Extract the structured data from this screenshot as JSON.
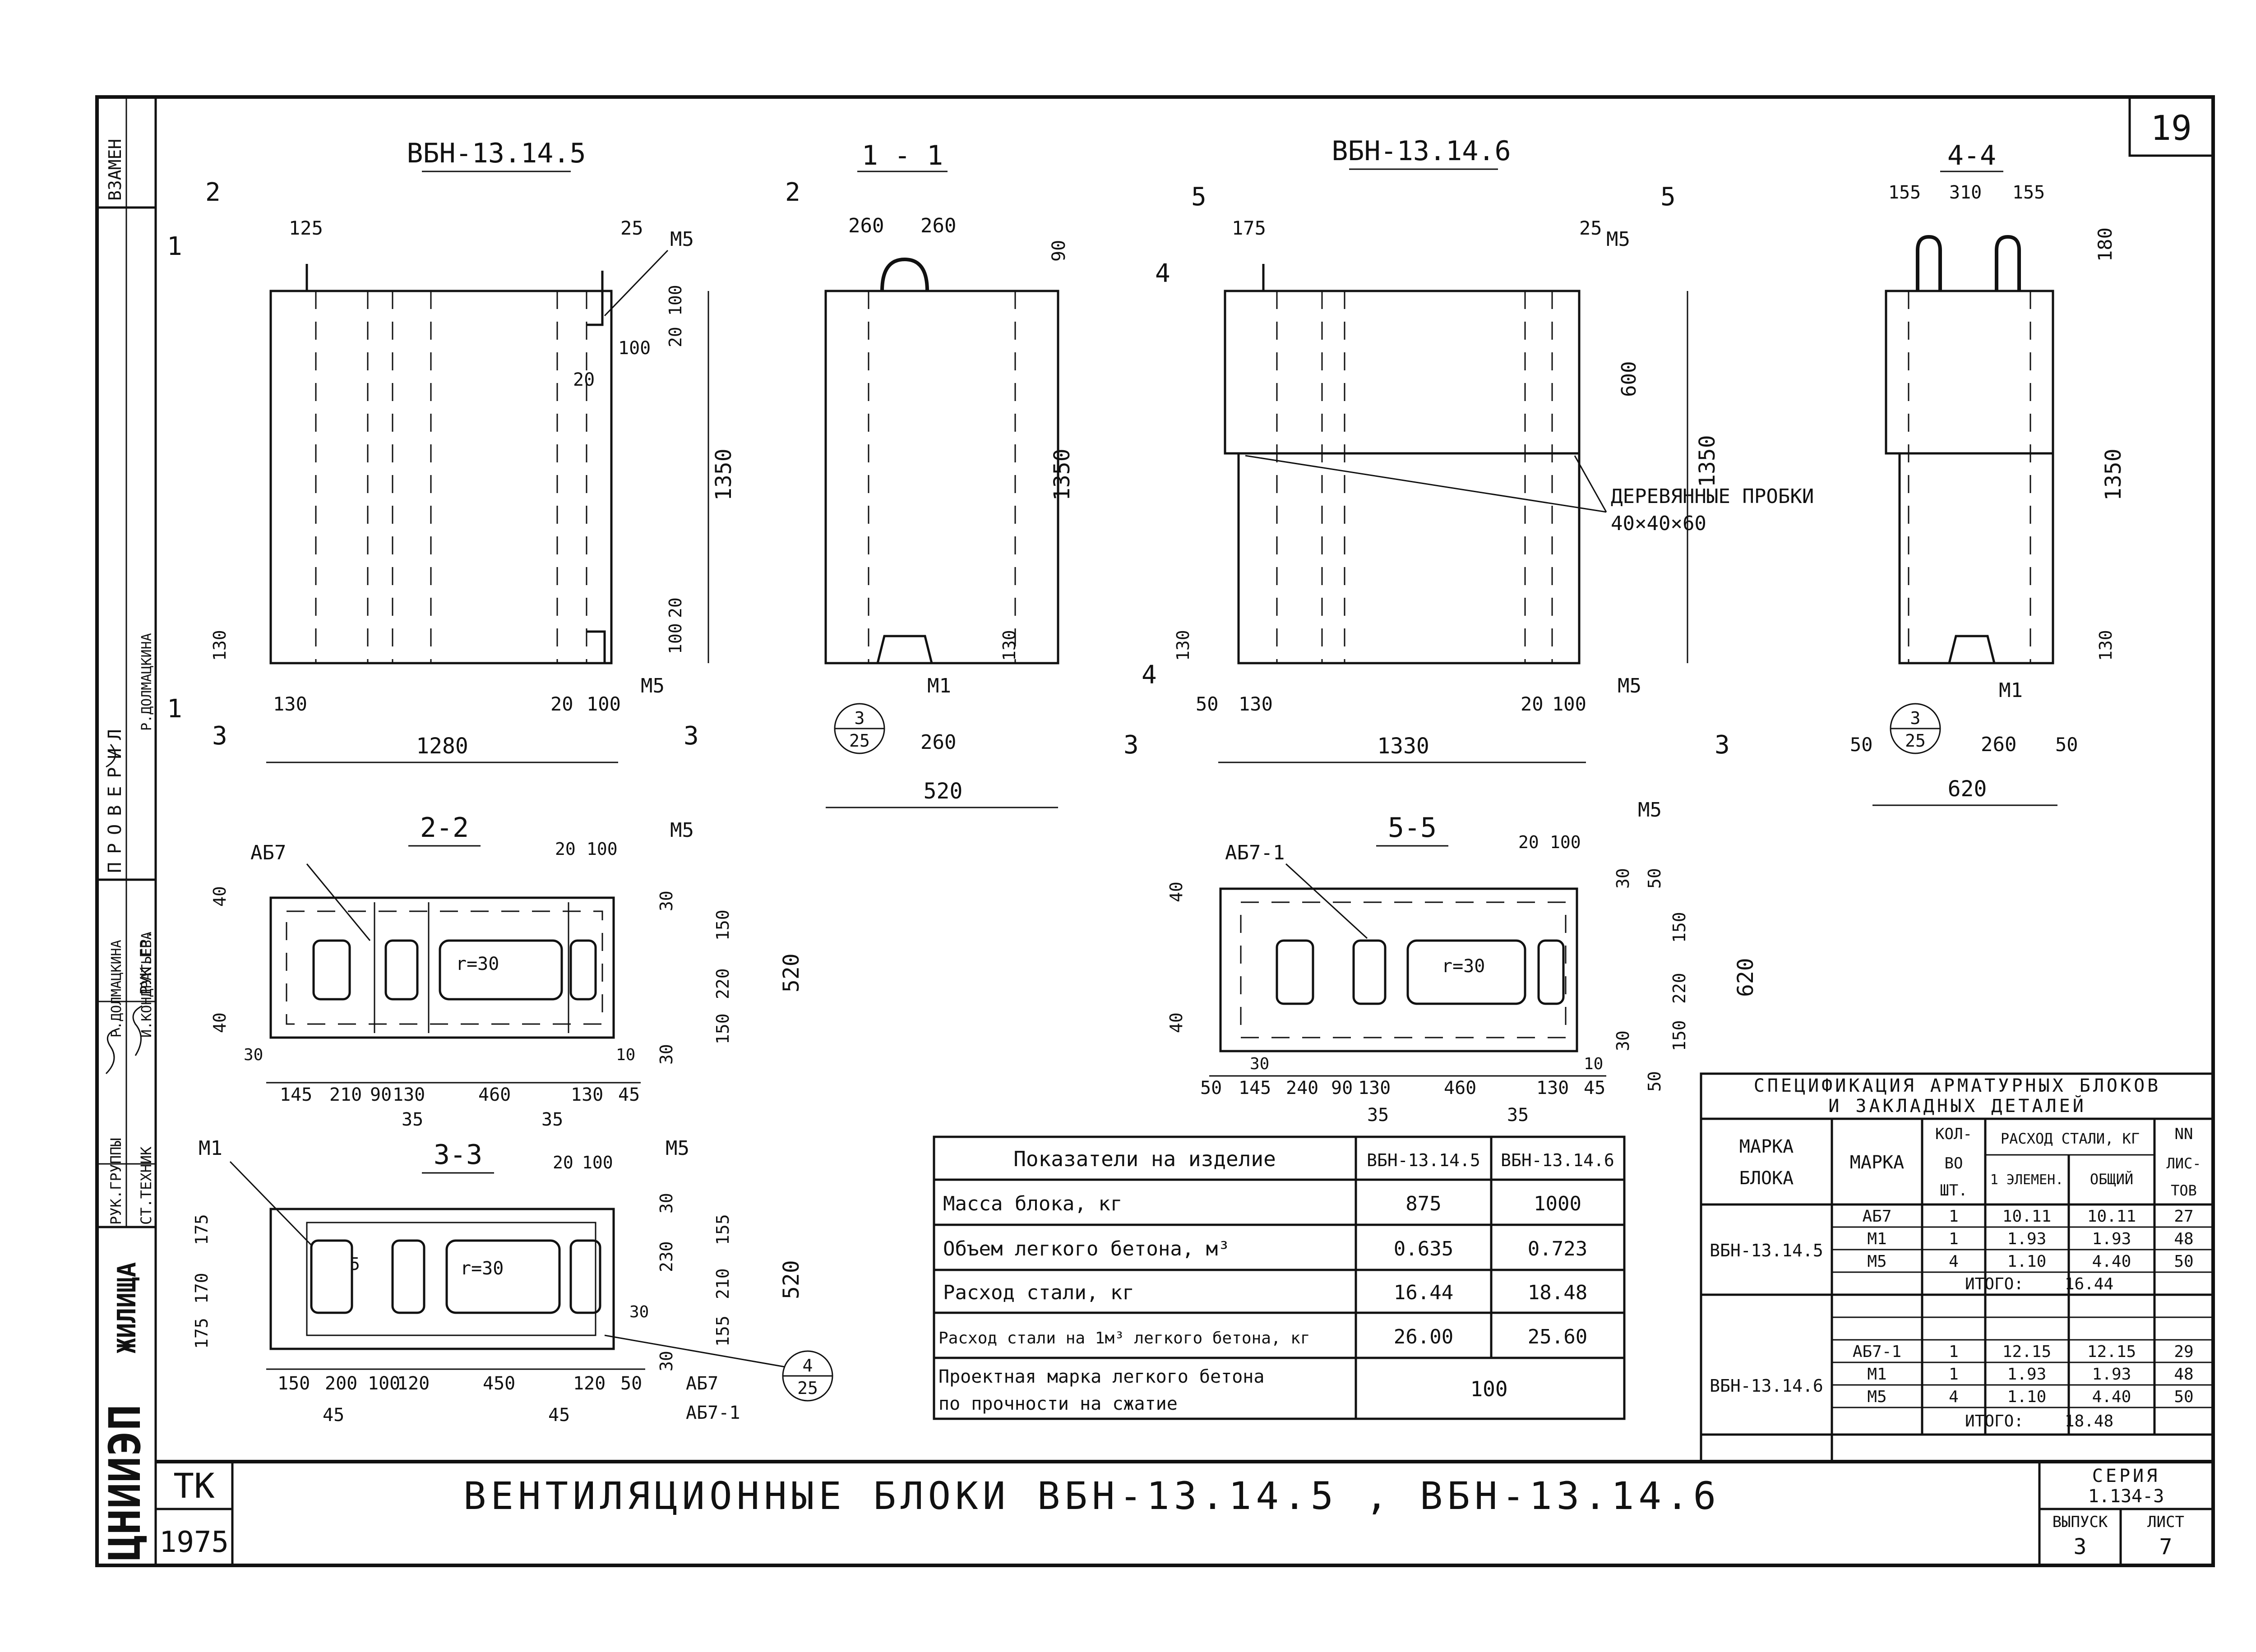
{
  "sheet_number": "19",
  "left_strip": {
    "vzamen": "ВЗАМЕН",
    "proveril": "ПРОВЕРИЛ",
    "ruk_gr": "РУК.ГР.",
    "ruk_gruppy": "РУК.ГРУППЫ",
    "st_tekhnik": "СТ.ТЕХНИК",
    "name_1": "Р.ДОЛМАЦКИНА",
    "name_2": "Р.ДОЛМАЦКИНА",
    "name_3": "И.КОНДРАТЬЕВА",
    "institute": "ЦНИИЭП",
    "institute_2": "ЖИЛИЩА"
  },
  "views": {
    "v1_title": "ВБН-13.14.5",
    "v2_title": "1 - 1",
    "v3_title": "ВБН-13.14.6",
    "v4_title": "4-4",
    "s22_title": "2-2",
    "s33_title": "3-3",
    "s55_title": "5-5"
  },
  "labels": {
    "m5": "М5",
    "m1": "М1",
    "ab7": "АБ7",
    "ab7_1": "АБ7-1",
    "r30": "r=30",
    "derev": "ДЕРЕВЯННЫЕ ПРОБКИ",
    "derev_size": "40×40×60",
    "cut_1": "1",
    "cut_2": "2",
    "cut_3": "3",
    "cut_4": "4",
    "cut_5": "5",
    "ref_3": "3",
    "ref_25": "25",
    "ref_4": "4",
    "ref_5": "5"
  },
  "dims": {
    "d125": "125",
    "d25": "25",
    "d100": "100",
    "d20": "20",
    "d1350": "1350",
    "d130": "130",
    "d1280": "1280",
    "d260": "260",
    "d90": "90",
    "d520": "520",
    "d175": "175",
    "d600": "600",
    "d50": "50",
    "d1330": "1330",
    "d155": "155",
    "d310": "310",
    "d180": "180",
    "d620": "620",
    "d40": "40",
    "d150": "150",
    "d220": "220",
    "d30": "30",
    "d10": "10",
    "d45": "45",
    "d145": "145",
    "d210": "210",
    "d460": "460",
    "d35": "35",
    "d240": "240",
    "d170": "170",
    "d230": "230",
    "d200": "200",
    "d120": "120",
    "d450": "450"
  },
  "indicators": {
    "header": [
      "Показатели на изделие",
      "ВБН-13.14.5",
      "ВБН-13.14.6"
    ],
    "rows": [
      [
        "Масса блока, кг",
        "875",
        "1000"
      ],
      [
        "Объем легкого бетона, м³",
        "0.635",
        "0.723"
      ],
      [
        "Расход стали, кг",
        "16.44",
        "18.48"
      ],
      [
        "Расход стали на 1м³ легкого бетона, кг",
        "26.00",
        "25.60"
      ]
    ],
    "last_row_label_1": "Проектная марка легкого бетона",
    "last_row_label_2": "по прочности на сжатие",
    "last_row_value": "100"
  },
  "spec": {
    "title_1": "СПЕЦИФИКАЦИЯ АРМАТУРНЫХ БЛОКОВ",
    "title_2": "И ЗАКЛАДНЫХ ДЕТАЛЕЙ",
    "h_marka_bloka_1": "МАРКА",
    "h_marka_bloka_2": "БЛОКА",
    "h_marka": "МАРКА",
    "h_kol_1": "КОЛ-",
    "h_kol_2": "ВО",
    "h_kol_3": "ШТ.",
    "h_rashod": "РАСХОД СТАЛИ, КГ",
    "h_elem": "1 ЭЛЕМЕН.",
    "h_obshiy": "ОБЩИЙ",
    "h_nn_1": "NN",
    "h_nn_2": "ЛИС-",
    "h_nn_3": "ТОВ",
    "block_1": "ВБН-13.14.5",
    "block_2": "ВБН-13.14.6",
    "rows_1": [
      [
        "АБ7",
        "1",
        "10.11",
        "10.11",
        "27"
      ],
      [
        "М1",
        "1",
        "1.93",
        "1.93",
        "48"
      ],
      [
        "М5",
        "4",
        "1.10",
        "4.40",
        "50"
      ]
    ],
    "total_1_label": "ИТОГО:",
    "total_1": "16.44",
    "rows_2": [
      [
        "АБ7-1",
        "1",
        "12.15",
        "12.15",
        "29"
      ],
      [
        "М1",
        "1",
        "1.93",
        "1.93",
        "48"
      ],
      [
        "М5",
        "4",
        "1.10",
        "4.40",
        "50"
      ]
    ],
    "total_2_label": "ИТОГО:",
    "total_2": "18.48"
  },
  "title_block": {
    "tk": "ТК",
    "year": "1975",
    "title": "ВЕНТИЛЯЦИОННЫЕ БЛОКИ ВБН-13.14.5 , ВБН-13.14.6",
    "seriya_label": "СЕРИЯ",
    "seriya": "1.134-3",
    "vypusk_label": "ВЫПУСК",
    "vypusk": "3",
    "list_label": "ЛИСТ",
    "list": "7"
  }
}
